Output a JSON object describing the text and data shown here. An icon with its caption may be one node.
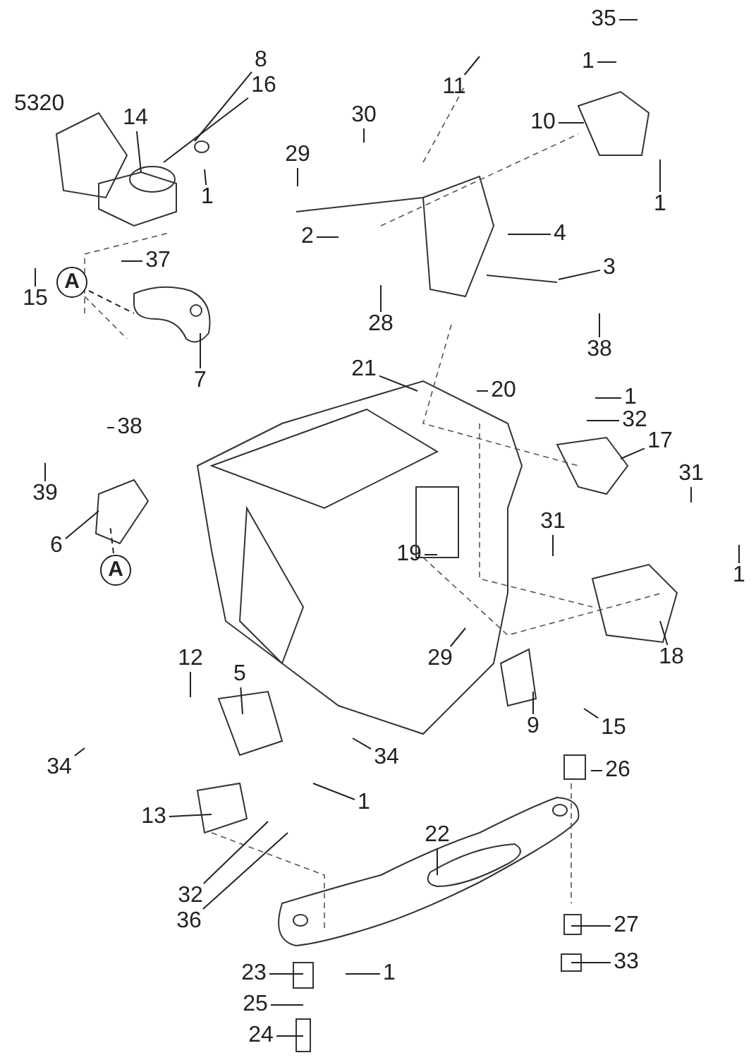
{
  "diagram": {
    "nodes": [
      {
        "text": [
          "14"
        ]
      },
      {
        "text": [
          "8"
        ]
      },
      {
        "text": [
          "16"
        ]
      },
      {
        "text": [
          "1"
        ]
      },
      {
        "text": [
          "15"
        ]
      },
      {
        "text": [
          "37"
        ]
      },
      {
        "text": [
          "A"
        ]
      },
      {
        "text": [
          "7"
        ]
      },
      {
        "text": [
          "11"
        ]
      },
      {
        "text": [
          "35"
        ]
      },
      {
        "text": [
          "1"
        ]
      },
      {
        "text": [
          "10"
        ]
      },
      {
        "text": [
          "1"
        ]
      },
      {
        "text": [
          "30"
        ]
      },
      {
        "text": [
          "29"
        ]
      },
      {
        "text": [
          "2"
        ]
      },
      {
        "text": [
          "4"
        ]
      },
      {
        "text": [
          "3"
        ]
      },
      {
        "text": [
          "28"
        ]
      },
      {
        "text": [
          "38"
        ]
      },
      {
        "text": [
          "21"
        ]
      },
      {
        "text": [
          "20"
        ]
      },
      {
        "text": [
          "1"
        ]
      },
      {
        "text": [
          "32"
        ]
      },
      {
        "text": [
          "17"
        ]
      },
      {
        "text": [
          "38"
        ]
      },
      {
        "text": [
          "39"
        ]
      },
      {
        "text": [
          "6"
        ]
      },
      {
        "text": [
          "A"
        ]
      },
      {
        "text": [
          "31"
        ]
      },
      {
        "text": [
          "31"
        ]
      },
      {
        "text": [
          "1"
        ]
      },
      {
        "text": [
          "19"
        ]
      },
      {
        "text": [
          "29"
        ]
      },
      {
        "text": [
          "18"
        ]
      },
      {
        "text": [
          "9"
        ]
      },
      {
        "text": [
          "15"
        ]
      },
      {
        "text": [
          "12"
        ]
      },
      {
        "text": [
          "5"
        ]
      },
      {
        "text": [
          "34"
        ]
      },
      {
        "text": [
          "34"
        ]
      },
      {
        "text": [
          "1"
        ]
      },
      {
        "text": [
          "26"
        ]
      },
      {
        "text": [
          "13"
        ]
      },
      {
        "text": [
          "22"
        ]
      },
      {
        "text": [
          "32"
        ]
      },
      {
        "text": [
          "36"
        ]
      },
      {
        "text": [
          "27"
        ]
      },
      {
        "text": [
          "33"
        ]
      },
      {
        "text": [
          "23"
        ]
      },
      {
        "text": [
          "1"
        ]
      },
      {
        "text": [
          "25"
        ]
      },
      {
        "text": [
          "24"
        ]
      }
    ],
    "edges": [
      {
        "from": 0,
        "to": null,
        "arrow": "none"
      },
      {
        "from": 1,
        "to": null,
        "arrow": "none"
      },
      {
        "from": 2,
        "to": null,
        "arrow": "none"
      },
      {
        "from": 3,
        "to": null,
        "arrow": "none"
      },
      {
        "from": 4,
        "to": null,
        "arrow": "none"
      },
      {
        "from": 5,
        "to": null,
        "arrow": "none"
      },
      {
        "from": 6,
        "to": null,
        "arrow": "none",
        "style": "dashed"
      },
      {
        "from": 7,
        "to": null,
        "arrow": "none"
      },
      {
        "from": 8,
        "to": null,
        "arrow": "none"
      },
      {
        "from": 9,
        "to": null,
        "arrow": "none"
      },
      {
        "from": 10,
        "to": null,
        "arrow": "none"
      },
      {
        "from": 11,
        "to": null,
        "arrow": "none"
      },
      {
        "from": 12,
        "to": null,
        "arrow": "none"
      },
      {
        "from": 13,
        "to": null,
        "arrow": "none"
      },
      {
        "from": 14,
        "to": null,
        "arrow": "none"
      },
      {
        "from": 15,
        "to": null,
        "arrow": "none"
      },
      {
        "from": 16,
        "to": null,
        "arrow": "none"
      },
      {
        "from": 17,
        "to": null,
        "arrow": "none"
      },
      {
        "from": 18,
        "to": null,
        "arrow": "none"
      },
      {
        "from": 19,
        "to": null,
        "arrow": "none"
      },
      {
        "from": 20,
        "to": null,
        "arrow": "none"
      },
      {
        "from": 21,
        "to": null,
        "arrow": "none"
      },
      {
        "from": 22,
        "to": null,
        "arrow": "none"
      },
      {
        "from": 23,
        "to": null,
        "arrow": "none"
      },
      {
        "from": 24,
        "to": null,
        "arrow": "none"
      },
      {
        "from": 25,
        "to": null,
        "arrow": "none"
      },
      {
        "from": 26,
        "to": null,
        "arrow": "none"
      },
      {
        "from": 27,
        "to": null,
        "arrow": "none"
      },
      {
        "from": 28,
        "to": null,
        "arrow": "none",
        "style": "dashed"
      },
      {
        "from": 29,
        "to": null,
        "arrow": "none"
      },
      {
        "from": 30,
        "to": null,
        "arrow": "none"
      },
      {
        "from": 31,
        "to": null,
        "arrow": "none"
      },
      {
        "from": 32,
        "to": null,
        "arrow": "none"
      },
      {
        "from": 33,
        "to": null,
        "arrow": "none"
      },
      {
        "from": 34,
        "to": null,
        "arrow": "none"
      },
      {
        "from": 35,
        "to": null,
        "arrow": "none"
      },
      {
        "from": 36,
        "to": null,
        "arrow": "none"
      },
      {
        "from": 37,
        "to": null,
        "arrow": "none"
      },
      {
        "from": 38,
        "to": null,
        "arrow": "none"
      },
      {
        "from": 39,
        "to": null,
        "arrow": "none"
      },
      {
        "from": 40,
        "to": null,
        "arrow": "none"
      },
      {
        "from": 41,
        "to": null,
        "arrow": "none"
      },
      {
        "from": 42,
        "to": null,
        "arrow": "none"
      },
      {
        "from": 43,
        "to": null,
        "arrow": "none"
      },
      {
        "from": 44,
        "to": null,
        "arrow": "none"
      },
      {
        "from": 45,
        "to": null,
        "arrow": "none"
      },
      {
        "from": 46,
        "to": null,
        "arrow": "none"
      },
      {
        "from": 47,
        "to": null,
        "arrow": "none"
      },
      {
        "from": 48,
        "to": null,
        "arrow": "none"
      },
      {
        "from": 49,
        "to": null,
        "arrow": "none"
      },
      {
        "from": 50,
        "to": null,
        "arrow": "none"
      },
      {
        "from": 51,
        "to": null,
        "arrow": "none"
      },
      {
        "from": 52,
        "to": null,
        "arrow": "none"
      }
    ],
    "labels": [
      "5320"
    ]
  }
}
